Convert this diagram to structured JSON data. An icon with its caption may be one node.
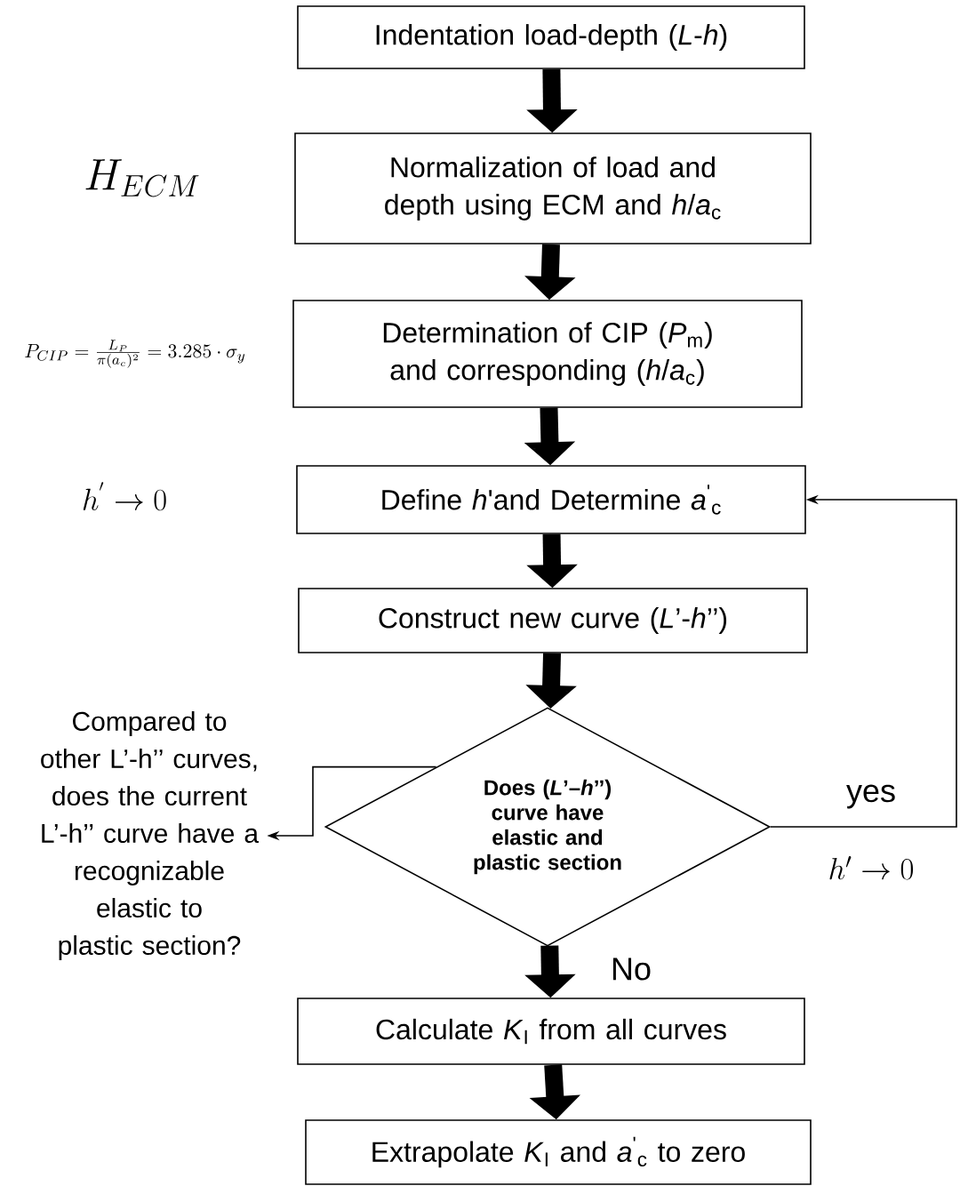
{
  "diagram": {
    "nodes": [
      {
        "text": [
          "Indentation load-depth (*L*-*h*)"
        ]
      },
      {
        "text": [
          "Normalization of load and depth using ECM and *h*/*a*$_{c}$"
        ]
      },
      {
        "text": [
          "Determination of CIP (*P*$_{m}$) and corresponding (*h*/*a*$_{c}$)"
        ]
      },
      {
        "text": [
          "Define *h*'and Determine *a*$^{'}$$_{c}$"
        ]
      },
      {
        "text": [
          "Construct new curve (*L*’-*h*’’)"
        ]
      },
      {
        "text": [
          "Does (*L*’–*h*’’) curve have elastic and plastic section"
        ]
      },
      {
        "text": [
          "Calculate *K*$_{I}$ from all curves"
        ]
      },
      {
        "text": [
          "Extrapolate *K*$_{I}$ and *a*$^{'}$$_{c}$ to zero"
        ]
      },
      {
        "text": [
          "Compared to other L’-h’’ curves, does the current L’-h’’ curve have a recognizable elastic to plastic section?"
        ]
      }
    ],
    "edges": [
      {
        "from": 0,
        "to": 1,
        "arrow": "to"
      },
      {
        "from": 1,
        "to": 2,
        "arrow": "to"
      },
      {
        "from": 2,
        "to": 3,
        "arrow": "to"
      },
      {
        "from": 3,
        "to": 4,
        "arrow": "to"
      },
      {
        "from": 4,
        "to": 5,
        "arrow": "to"
      },
      {
        "from": 5,
        "to": 6,
        "arrow": "to",
        "label": "No"
      },
      {
        "from": 6,
        "to": 7,
        "arrow": "to"
      },
      {
        "from": 5,
        "to": 3,
        "arrow": "to",
        "label": "yes"
      },
      {
        "from": 5,
        "to": 8,
        "arrow": "to"
      }
    ],
    "labels": [
      "H_{ECM}",
      "P_{CIP}=\\frac{L_P}{\\pi(a_c)^2}=3.285\\cdot\\sigma_y",
      "h^{'}\\rightarrow 0",
      "h'\\rightarrow 0"
    ]
  }
}
